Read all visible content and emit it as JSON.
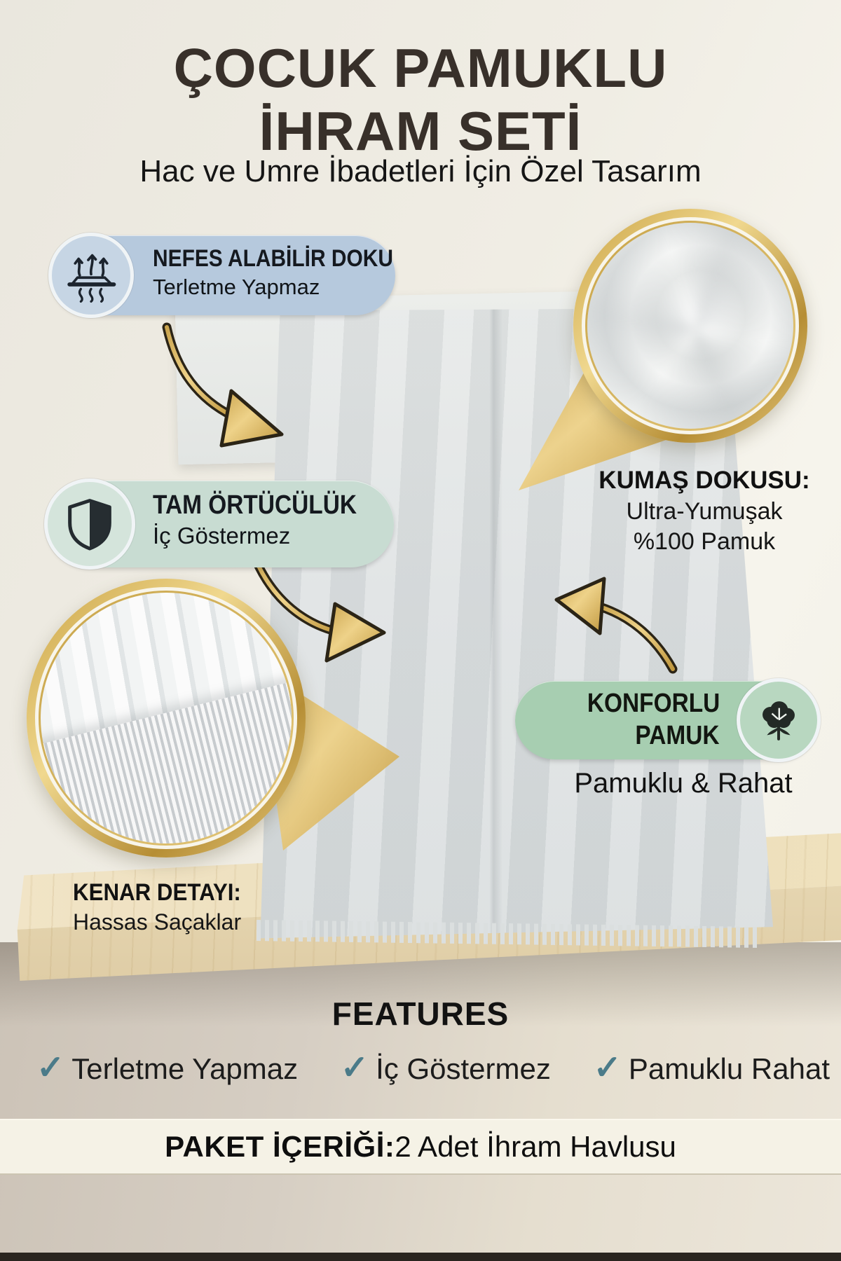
{
  "header": {
    "title_line1": "ÇOCUK PAMUKLU",
    "title_line2": "İHRAM SETİ",
    "subtitle": "Hac ve Umre İbadetleri İçin Özel Tasarım"
  },
  "callouts": {
    "breathable": {
      "icon": "breathable-airflow-icon",
      "title": "NEFES ALABİLİR DOKU",
      "subtitle": "Terletme Yapmaz",
      "pill_color": "#b6c9dd"
    },
    "coverage": {
      "icon": "shield-icon",
      "title": "TAM ÖRTÜCÜLÜK",
      "subtitle": "İç Göstermez",
      "pill_color": "#c8dcd2"
    },
    "fabric_texture": {
      "zoom_image": "fabric-closeup-photo",
      "title": "KUMAŞ DOKUSU:",
      "line1": "Ultra-Yumuşak",
      "line2": "%100 Pamuk"
    },
    "comfort": {
      "icon": "cotton-flower-icon",
      "title_line1": "KONFORLU",
      "title_line2": "PAMUK",
      "subtitle": "Pamuklu & Rahat",
      "pill_color": "#a7ceb1"
    },
    "edge_detail": {
      "zoom_image": "fringe-closeup-photo",
      "title": "KENAR DETAYI:",
      "subtitle": "Hassas Saçaklar"
    }
  },
  "features": {
    "heading": "FEATURES",
    "check_glyph": "✓",
    "check_color": "#4b7b89",
    "items": [
      {
        "label": "Terletme Yapmaz"
      },
      {
        "label": "İç Göstermez"
      },
      {
        "label": "Pamuklu Rahat"
      }
    ]
  },
  "package_bar": {
    "label": "PAKET İÇERİĞİ:",
    "value": " 2 Adet İhram Havlusu"
  },
  "colors": {
    "background": "#f0ede4",
    "title": "#38302a",
    "gold": "#d9b45c",
    "wood": "#eee0bd",
    "towel": "#dde1e1",
    "bar_background": "#f5f2e6"
  }
}
